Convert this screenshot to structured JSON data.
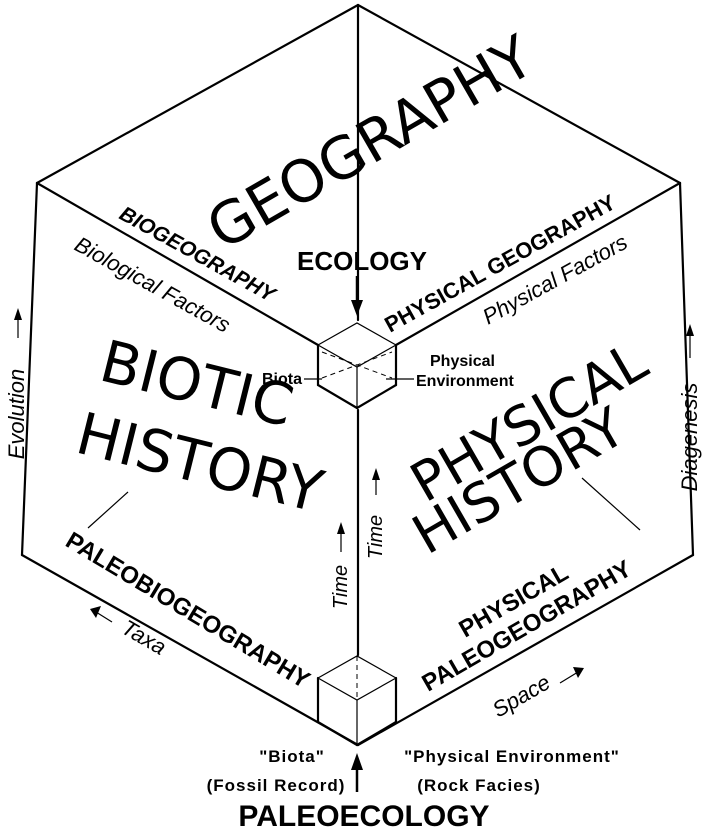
{
  "labels": {
    "geography": "GEOGRAPHY",
    "biogeography": "BIOGEOGRAPHY",
    "biological_factors": "Biological Factors",
    "physical_geography": "PHYSICAL GEOGRAPHY",
    "physical_factors": "Physical Factors",
    "ecology": "ECOLOGY",
    "biota": "Biota",
    "physical": "Physical",
    "environment": "Environment",
    "biotic": "BIOTIC",
    "history_left": "HISTORY",
    "physical_caps": "PHYSICAL",
    "history_right": "HISTORY",
    "evolution": "Evolution",
    "diagenesis": "Diagenesis",
    "time_left": "Time",
    "time_right": "Time",
    "paleobiogeography": "PALEOBIOGEOGRAPHY",
    "physical_paleo_line1": "PHYSICAL",
    "physical_paleo_line2": "PALEOGEOGRAPHY",
    "taxa": "Taxa",
    "space": "Space",
    "biota_quoted": "\"Biota\"",
    "fossil_record": "(Fossil Record)",
    "physical_env_quoted": "\"Physical Environment\"",
    "rock_facies": "(Rock Facies)",
    "paleoecology": "PALEOECOLOGY"
  }
}
